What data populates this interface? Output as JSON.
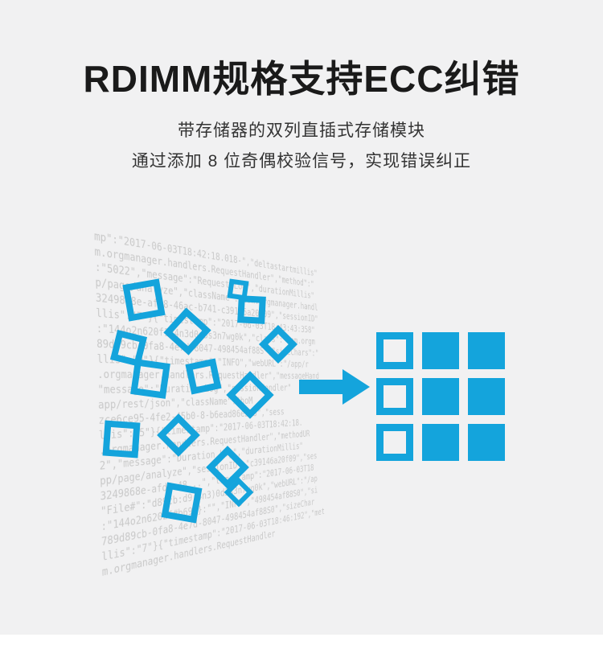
{
  "title": "RDIMM规格支持ECC纠错",
  "subtitle_line1": "带存储器的双列直插式存储模块",
  "subtitle_line2": "通过添加 8 位奇偶校验信号，实现错误纠正",
  "colors": {
    "accent": "#14a4dc",
    "background": "#f1f1f2",
    "title": "#1a1a1a",
    "subtitle": "#333333",
    "log_text": "#c9c9c9"
  },
  "background_log": {
    "lines": [
      "mp\":\"2017-06-03T18:42:18.018-\",\"deltastartmillis\"",
      "m.orgmanager.handlers.RequestHandler\",\"method\":\"",
      ":\"5022\",\"message\":\"Request Log\",\"durationMillis\"",
      "p/page/analyze\",\"className\":\"com.orgmanager.handl",
      "3249868e-afd8-46ac-b741-c39146a20f09\",\"sessionID\"",
      "llis\":\"7\"}{\"timestamp\":\"2017-06-03T18:43:43:358\"",
      ":\"144o2n620f1*4n3d0d3s3n7wg0k\",\"class\":\"com.orgm",
      "89d89cb-0fa8-4e7d-8047-498454af88S\",\"sizeChars\":\"",
      "llis\":\"9\"}{\"timestamp\":\"INFO\",\"webURL\":\"/app/r",
      ".orgmanager.handlers.RequestHandler\",\"messageHand",
      "\"message\":\"Duration Log\",\"sessionHandler\"",
      "app/rest/json\",\"className\":\"hoM",
      "zce6ce95-4fe2-45b0-8-b6ead86e273\",\"sess",
      "llis\":\"5\"}{\"timestamp\":\"2017-06-03T18:42:18.",
      ".orgmanager.handlers.RequestHandler\",\"methodUR",
      "2\",\"message\":\"Duration Log\",\"durationMillis\"",
      "pp/page/analyze\",\"sessionID\":\"c39146a20f09\",\"ses",
      "3249868e-afd8-48...\",\"timestamp\":\"2017-06-03T18",
      "\"File#\":\"d89cb:d9(4n3)0d3s3n7wg0k\",\"webURL\":\"/ap",
      ":\"144o2n62026#b69)}:\"\",\"INFO\",\"498454af88S0\",\"si",
      "789d89cb-0fa8-4e7d-8047-498454af88S0\",\"sizeChar",
      "llis\":\"7\"}{\"timestamp\":\"2017-06-03T18:46:192\",\"met",
      "m.orgmanager.handlers.RequestHandler"
    ]
  }
}
